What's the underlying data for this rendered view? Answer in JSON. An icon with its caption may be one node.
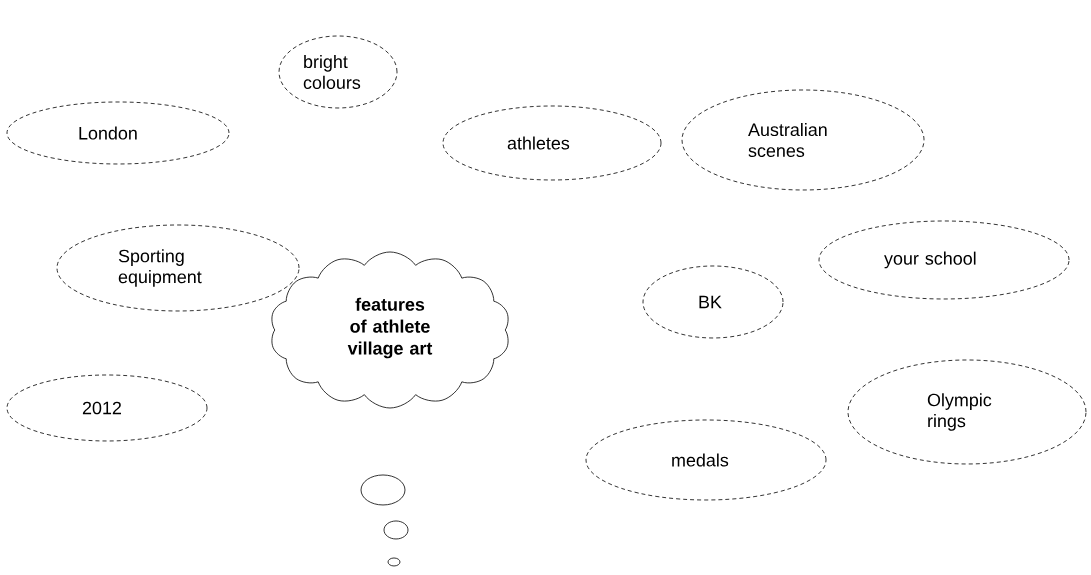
{
  "diagram": {
    "nodes": [
      {
        "text": [
          "bright colours"
        ]
      },
      {
        "text": [
          "London"
        ]
      },
      {
        "text": [
          "athletes"
        ]
      },
      {
        "text": [
          "Australian scenes"
        ]
      },
      {
        "text": [
          "Sporting equipment"
        ]
      },
      {
        "text": [
          "your school"
        ]
      },
      {
        "text": [
          "features of athlete village art"
        ]
      },
      {
        "text": [
          "BK"
        ]
      },
      {
        "text": [
          "2012"
        ]
      },
      {
        "text": [
          "medals"
        ]
      },
      {
        "text": [
          "Olympic rings"
        ]
      }
    ]
  }
}
